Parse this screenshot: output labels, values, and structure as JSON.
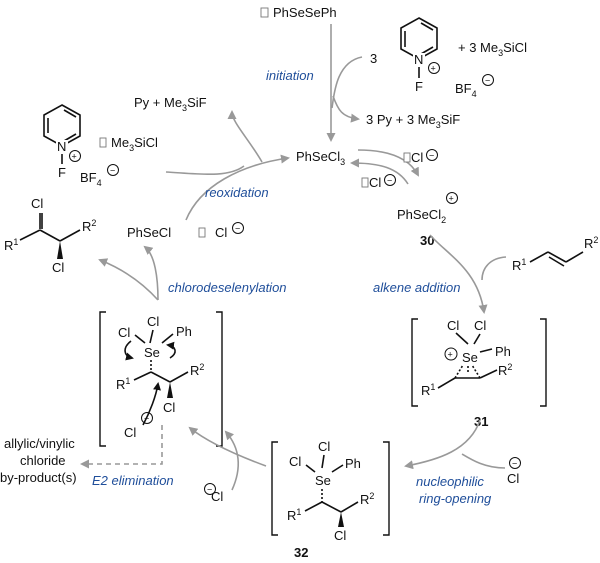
{
  "reagents": {
    "catalyst": "PhSeSePh",
    "count": "3",
    "fluoropyridinium_N": "N",
    "fluoropyridinium_F": "F",
    "counterion": "BF",
    "counterion_sub": "4",
    "silyl": "+ 3 Me",
    "silyl_sub": "3",
    "silyl_tail": "SiCl"
  },
  "byproducts": {
    "initiation_text": "3 Py + 3 Me",
    "initiation_sub": "3",
    "initiation_tail": "SiF",
    "reox_text": "Py + Me",
    "reox_sub": "3",
    "reox_tail": "SiF"
  },
  "left_reagent": {
    "N": "N",
    "F": "F",
    "counterion": "BF",
    "counterion_sub": "4",
    "silyl": "Me",
    "silyl_sub": "3",
    "silyl_tail": "SiCl"
  },
  "species": {
    "phsecl3": "PhSeCl",
    "phsecl3_sub": "3",
    "chloride": "Cl",
    "phsecl2": "PhSeCl",
    "phsecl2_sub": "2",
    "phsecl": "PhSeCl",
    "label_30": "30",
    "label_31": "31",
    "label_32": "32"
  },
  "steps": {
    "initiation": "initiation",
    "reoxidation": "reoxidation",
    "chlorodeselenylation": "chlorodeselenylation",
    "alkene_addition": "alkene addition",
    "nucleophilic_1": "nucleophilic",
    "nucleophilic_2": "ring-opening",
    "e2": "E2 elimination"
  },
  "byproduct_note": {
    "line1": "allylic/vinylic",
    "line2": "chloride",
    "line3": "by-product(s)"
  },
  "atoms": {
    "Cl": "Cl",
    "Ph": "Ph",
    "Se": "Se",
    "R": "R",
    "one": "1",
    "two": "2",
    "plus": "+",
    "minus": "−"
  },
  "colors": {
    "step_label": "#1f4e9a",
    "arrow": "#999999",
    "ink": "#111111"
  }
}
